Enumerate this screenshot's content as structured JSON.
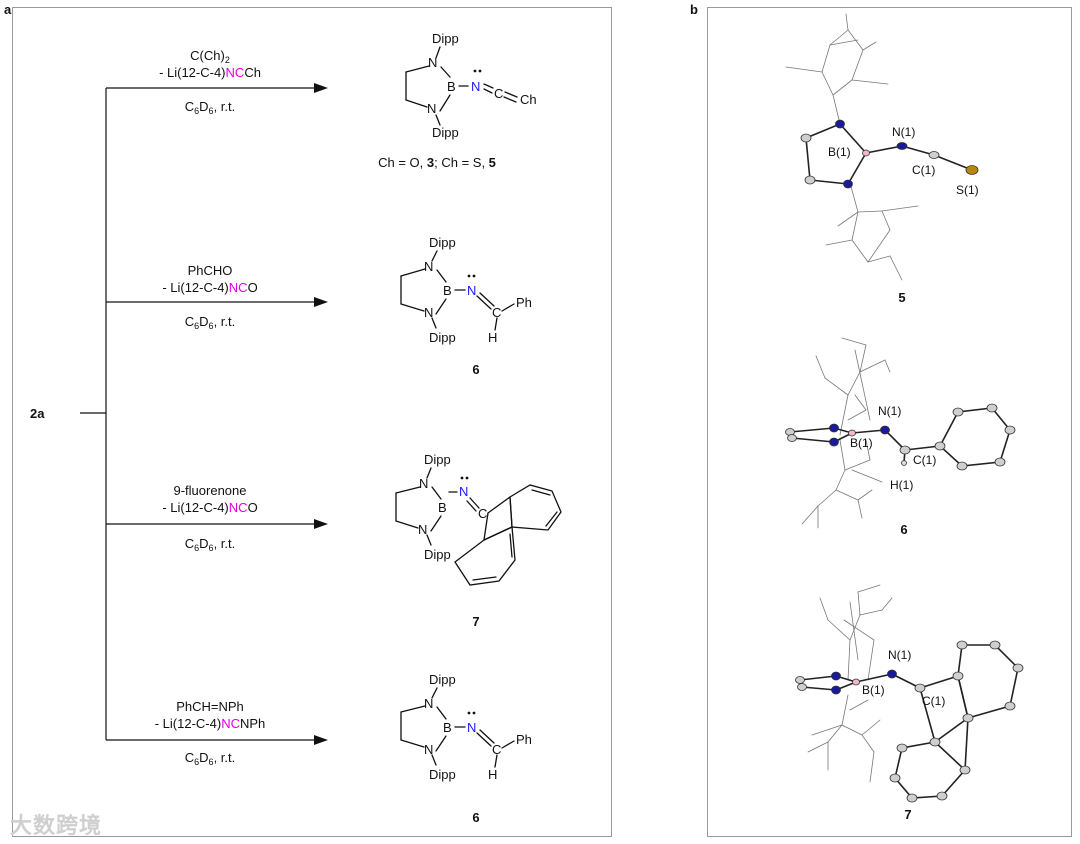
{
  "panels": {
    "a": "a",
    "b": "b"
  },
  "start_compound": "2a",
  "reactions": [
    {
      "reagent": "C(Ch)",
      "reagent_sub": "2",
      "byproduct_pre": "- Li(12-C-4)",
      "byproduct_nc": "NC",
      "byproduct_post": "Ch",
      "solvent": "C",
      "solvent_sub1": "6",
      "solvent_mid": "D",
      "solvent_sub2": "6",
      "cond": ", r.t.",
      "product": {
        "dipp_top": "Dipp",
        "dipp_bottom": "Dipp",
        "n_top": "N",
        "n_bottom": "N",
        "b": "B",
        "n_exo": "N",
        "terminal": "C",
        "terminal2": "Ch",
        "caption_pre": "Ch = O, ",
        "caption_3": "3",
        "caption_mid": "; Ch = S, ",
        "caption_5": "5"
      }
    },
    {
      "reagent": "PhCHO",
      "byproduct_pre": "- Li(12-C-4)",
      "byproduct_nc": "NC",
      "byproduct_post": "O",
      "solvent": "C",
      "solvent_sub1": "6",
      "solvent_mid": "D",
      "solvent_sub2": "6",
      "cond": ", r.t.",
      "product": {
        "dipp_top": "Dipp",
        "dipp_bottom": "Dipp",
        "n_top": "N",
        "n_bottom": "N",
        "b": "B",
        "n_exo": "N",
        "c": "C",
        "ph": "Ph",
        "h": "H",
        "number": "6"
      }
    },
    {
      "reagent": "9-fluorenone",
      "byproduct_pre": "- Li(12-C-4)",
      "byproduct_nc": "NC",
      "byproduct_post": "O",
      "solvent": "C",
      "solvent_sub1": "6",
      "solvent_mid": "D",
      "solvent_sub2": "6",
      "cond": ", r.t.",
      "product": {
        "dipp_top": "Dipp",
        "dipp_bottom": "Dipp",
        "n_top": "N",
        "n_bottom": "N",
        "b": "B",
        "n_exo": "N",
        "c": "C",
        "number": "7"
      }
    },
    {
      "reagent": "PhCH=NPh",
      "byproduct_pre": "- Li(12-C-4)",
      "byproduct_nc": "NC",
      "byproduct_post": "NPh",
      "solvent": "C",
      "solvent_sub1": "6",
      "solvent_mid": "D",
      "solvent_sub2": "6",
      "cond": ", r.t.",
      "product": {
        "dipp_top": "Dipp",
        "dipp_bottom": "Dipp",
        "n_top": "N",
        "n_bottom": "N",
        "b": "B",
        "n_exo": "N",
        "c": "C",
        "ph": "Ph",
        "h": "H",
        "number": "6"
      }
    }
  ],
  "structures": [
    {
      "number": "5",
      "atoms": {
        "b1": "B(1)",
        "n1": "N(1)",
        "c1": "C(1)",
        "s1": "S(1)"
      }
    },
    {
      "number": "6",
      "atoms": {
        "b1": "B(1)",
        "n1": "N(1)",
        "c1": "C(1)",
        "h1": "H(1)"
      }
    },
    {
      "number": "7",
      "atoms": {
        "b1": "B(1)",
        "n1": "N(1)",
        "c1": "C(1)"
      }
    }
  ],
  "watermark": "大数跨境",
  "colors": {
    "nc_highlight": "#e000e0",
    "n_blue": "#1a1aff",
    "n_atom": "#1a1a9a",
    "b_atom": "#f2b8c6",
    "c_atom": "#bcbcbc",
    "s_atom": "#b8860b",
    "frame": "#9a9a9a"
  }
}
